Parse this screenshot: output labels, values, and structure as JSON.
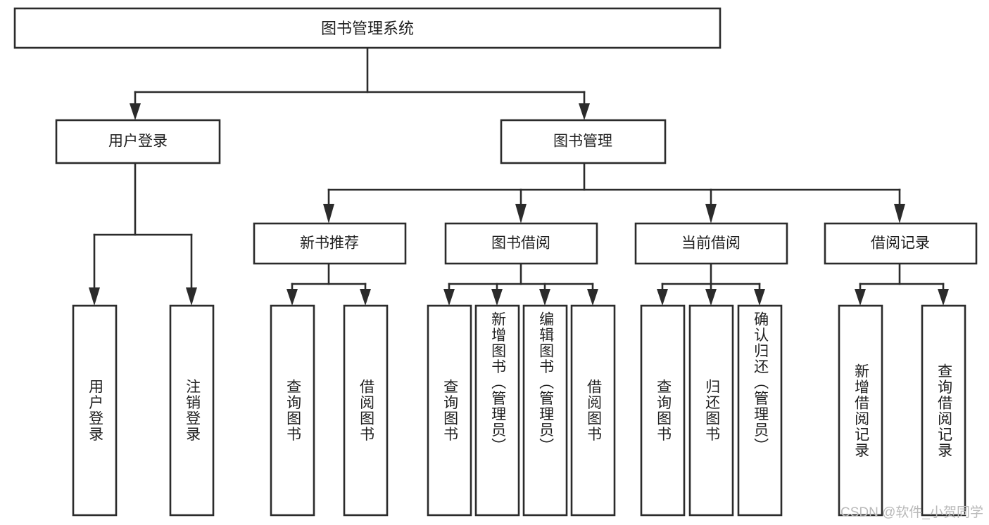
{
  "diagram": {
    "type": "tree",
    "title": "图书管理系统",
    "watermark": "CSDN @软件_小贺同学",
    "levels": {
      "root_label": "图书管理系统",
      "level2": [
        {
          "label": "用户登录"
        },
        {
          "label": "图书管理"
        }
      ],
      "level3": [
        {
          "label": "新书推荐"
        },
        {
          "label": "图书借阅"
        },
        {
          "label": "当前借阅"
        },
        {
          "label": "借阅记录"
        }
      ]
    },
    "leaves": {
      "user_login": [
        {
          "label": "用户登录"
        },
        {
          "label": "注销登录"
        }
      ],
      "new_book_recommend": [
        {
          "label": "查询图书"
        },
        {
          "label": "借阅图书"
        }
      ],
      "book_borrow": [
        {
          "label": "查询图书"
        },
        {
          "label": "新增图书（管理员）"
        },
        {
          "label": "编辑图书（管理员）"
        },
        {
          "label": "借阅图书"
        }
      ],
      "current_borrow": [
        {
          "label": "查询图书"
        },
        {
          "label": "归还图书"
        },
        {
          "label": "确认归还（管理员）"
        }
      ],
      "borrow_record": [
        {
          "label": "新增借阅记录"
        },
        {
          "label": "查询借阅记录"
        }
      ]
    },
    "colors": {
      "stroke": "#2b2b2b",
      "fill": "#ffffff",
      "text": "#1f1f1f",
      "watermark": "#b9b9b9"
    }
  }
}
